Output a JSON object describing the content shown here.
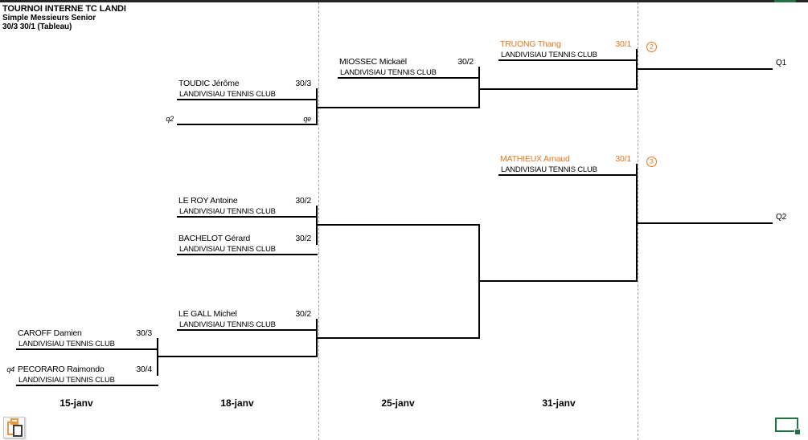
{
  "header": {
    "title": "TOURNOI INTERNE TC LANDI",
    "subtitle": "Simple Messieurs Senior",
    "format_line": "30/3 30/1 (Tableau)"
  },
  "bracket": {
    "entries": {
      "caroff": {
        "name": "CAROFF Damien",
        "rating": "30/3",
        "club": "LANDIVISIAU TENNIS CLUB"
      },
      "pecoraro": {
        "name": "PECORARO Raimondo",
        "rating": "30/4",
        "club": "LANDIVISIAU TENNIS CLUB",
        "prefix": "q4"
      },
      "toudic": {
        "name": "TOUDIC Jérôme",
        "rating": "30/3",
        "club": "LANDIVISIAU TENNIS CLUB"
      },
      "bye": {
        "rating": "qe",
        "prefix": "q2"
      },
      "leroy": {
        "name": "LE ROY Antoine",
        "rating": "30/2",
        "club": "LANDIVISIAU TENNIS CLUB"
      },
      "bachelot": {
        "name": "BACHELOT Gérard",
        "rating": "30/2",
        "club": "LANDIVISIAU TENNIS CLUB"
      },
      "legall": {
        "name": "LE GALL Michel",
        "rating": "30/2",
        "club": "LANDIVISIAU TENNIS CLUB"
      },
      "miossec": {
        "name": "MIOSSEC Mickaël",
        "rating": "30/2",
        "club": "LANDIVISIAU TENNIS CLUB"
      },
      "truong": {
        "name": "TRUONG Thang",
        "rating": "30/1",
        "club": "LANDIVISIAU TENNIS CLUB",
        "seed": "2"
      },
      "mathieux": {
        "name": "MATHIEUX Arnaud",
        "rating": "30/1",
        "club": "LANDIVISIAU TENNIS CLUB",
        "seed": "3"
      }
    },
    "qualifier_labels": {
      "q1": "Q1",
      "q2": "Q2"
    },
    "round_dates": [
      "15-janv",
      "18-janv",
      "25-janv",
      "31-janv"
    ]
  },
  "icons": {
    "bottom_left": "paste-options-clipboard-icon",
    "bottom_right": "excel-active-cell-selection"
  },
  "colors": {
    "seed_accent": "#E8761B",
    "selection_green": "#217346",
    "bracket_line": "#000000",
    "page_break_dash": "#9E9E9E"
  }
}
